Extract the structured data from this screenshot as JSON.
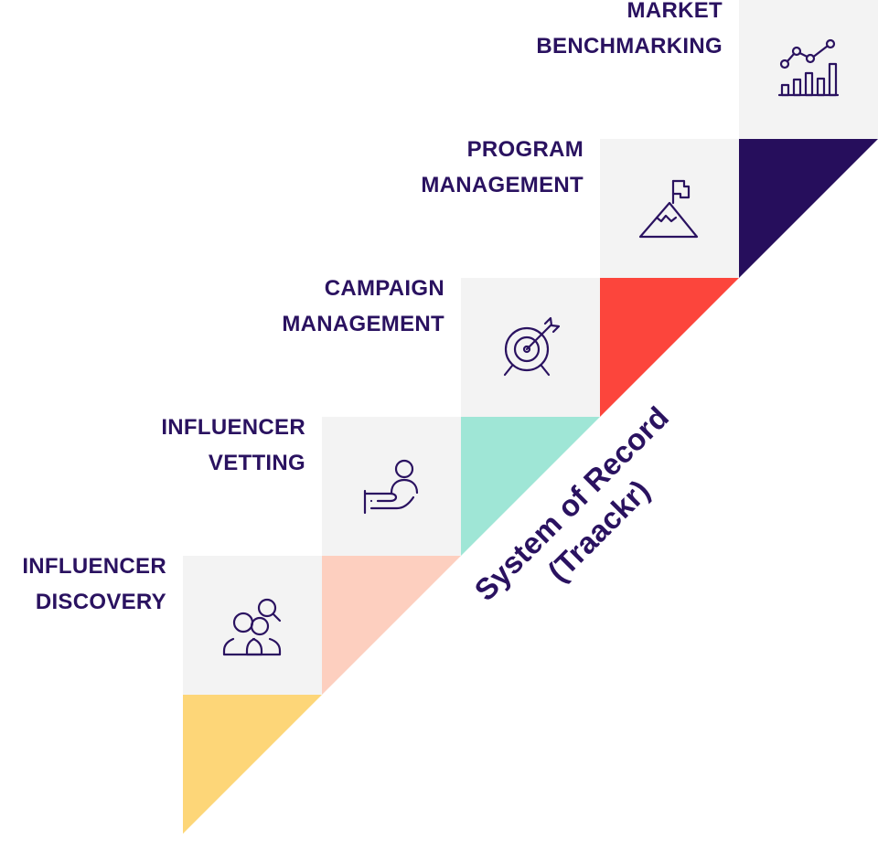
{
  "steps": [
    {
      "id": "discovery",
      "line1": "INFLUENCER",
      "line2": "DISCOVERY",
      "icon": "people-search-icon",
      "color": "#fdd678"
    },
    {
      "id": "vetting",
      "line1": "INFLUENCER",
      "line2": "VETTING",
      "icon": "hand-person-icon",
      "color": "#fdcfbf"
    },
    {
      "id": "campaign",
      "line1": "CAMPAIGN",
      "line2": "MANAGEMENT",
      "icon": "target-icon",
      "color": "#9fe6d6"
    },
    {
      "id": "program",
      "line1": "PROGRAM",
      "line2": "MANAGEMENT",
      "icon": "mountain-flag-icon",
      "color": "#fc453c"
    },
    {
      "id": "benchmarking",
      "line1": "MARKET",
      "line2": "BENCHMARKING",
      "icon": "bar-line-chart-icon",
      "color": "#260e5c"
    }
  ],
  "system_of_record": {
    "line1": "System of Record",
    "line2": "(Traackr)"
  },
  "colors": {
    "text": "#2a1260",
    "box": "#f3f3f3"
  }
}
